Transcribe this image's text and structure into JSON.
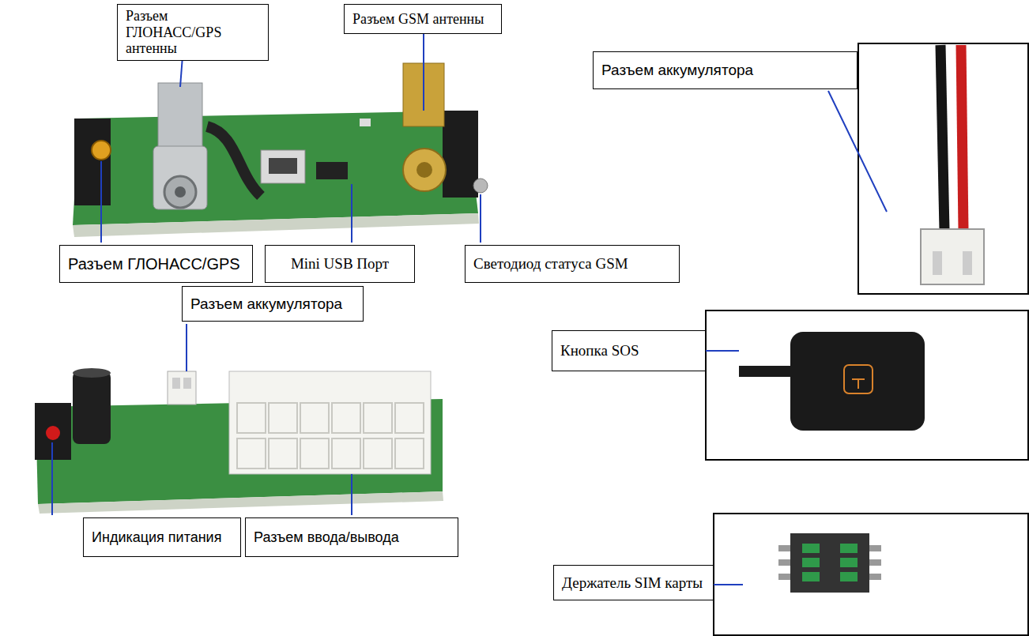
{
  "diagram": {
    "nodes": [
      {
        "text": [
          "Разъем ГЛОНАСС/GPS антенны"
        ]
      },
      {
        "text": [
          "Разъем GSM антенны"
        ]
      },
      {
        "text": [
          "Разъем аккумулятора"
        ]
      },
      {
        "text": [
          "Разъем ГЛОНАСС/GPS"
        ]
      },
      {
        "text": [
          "Mini USB Порт"
        ]
      },
      {
        "text": [
          "Светодиод статуса GSM"
        ]
      },
      {
        "text": [
          "Разъем аккумулятора"
        ]
      },
      {
        "text": [
          "Кнопка SOS"
        ]
      },
      {
        "text": [
          "Индикация питания"
        ]
      },
      {
        "text": [
          "Разъем ввода/вывода"
        ]
      },
      {
        "text": [
          "Держатель SIM карты"
        ]
      }
    ]
  }
}
